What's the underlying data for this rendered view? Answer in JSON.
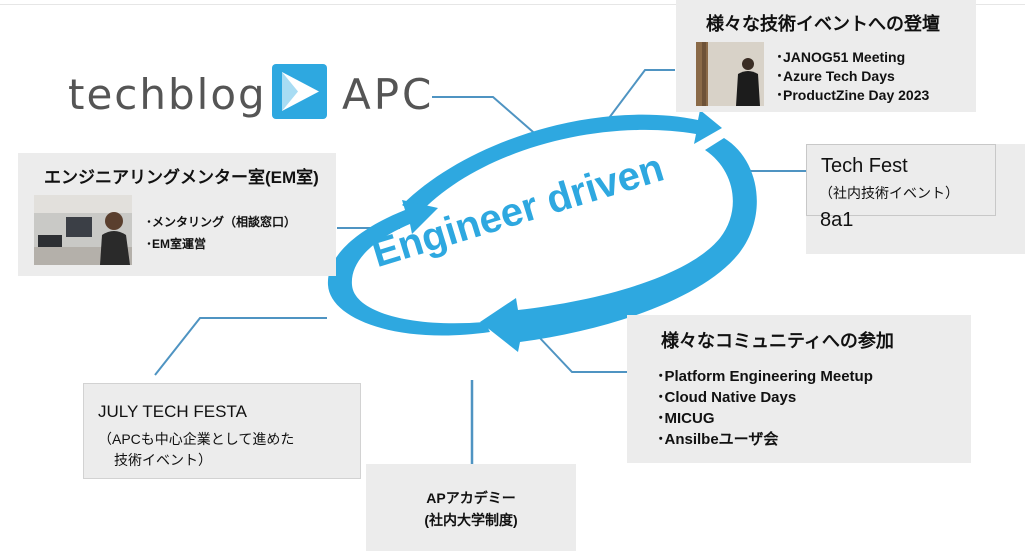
{
  "logo": {
    "text_left": "techblog",
    "text_right": "APC"
  },
  "center": {
    "text": "Engineer driven",
    "accent_color": "#2ea8e0"
  },
  "tech_events": {
    "title": "様々な技術イベントへの登壇",
    "items": [
      "･JANOG51 Meeting",
      "･Azure Tech Days",
      "･ProductZine Day 2023"
    ]
  },
  "tech_fest": {
    "title": "Tech Fest",
    "subtitle": "（社内技術イベント）",
    "extra": "8a1"
  },
  "em_room": {
    "title": "エンジニアリングメンター室(EM室)",
    "items": [
      "･メンタリング（相談窓口）",
      "･EM室運営"
    ]
  },
  "community": {
    "title": "様々なコミュニティへの参加",
    "items": [
      "･Platform Engineering Meetup",
      "･Cloud Native Days",
      "･MICUG",
      "･Ansilbeユーザ会"
    ]
  },
  "july": {
    "title": "JULY TECH FESTA",
    "desc_line1": "（APCも中心企業として進めた",
    "desc_line2": "技術イベント）"
  },
  "academy": {
    "title": "APアカデミー",
    "subtitle": "(社内大学制度)"
  },
  "colors": {
    "box_bg": "#ececec",
    "connector": "#4f94c2",
    "arrow": "#2ea8e0"
  }
}
